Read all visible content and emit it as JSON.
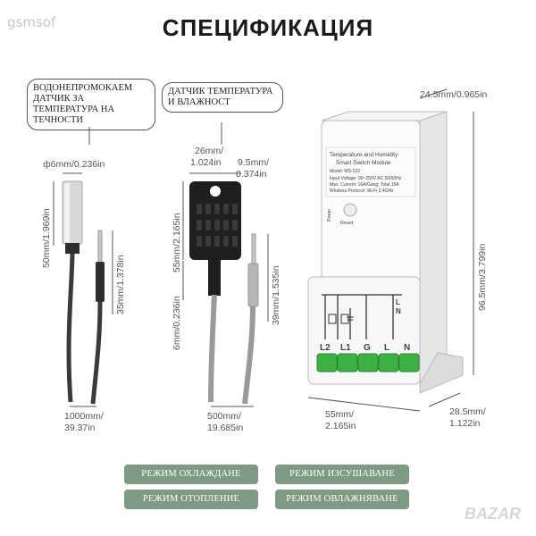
{
  "watermark": "gsmsof",
  "title": "СПЕЦИФИКАЦИЯ",
  "callouts": {
    "waterproof": "ВОДОНЕПРОМОКАЕМ ДАТЧИК ЗА ТЕМПЕРАТУРА НА ТЕЧНОСТИ",
    "humidity": "ДАТЧИК ТЕМПЕРАТУРА И ВЛАЖНОСТ"
  },
  "dimensions": {
    "probe_diameter": "ф6mm/0.236in",
    "probe_length": "50mm/1.969in",
    "plug1_length": "35mm/1.378in",
    "cable1_length_a": "1000mm/",
    "cable1_length_b": "39.37in",
    "sensor_width_a": "26mm/",
    "sensor_width_b": "1.024in",
    "sensor_depth_a": "9.5mm/",
    "sensor_depth_b": "0.374in",
    "sensor_height": "55mm/2.165in",
    "sensor_neck": "6mm/0.236in",
    "plug2_length": "39mm/1.535in",
    "cable2_length_a": "500mm/",
    "cable2_length_b": "19.685in",
    "module_top": "24.5mm/0.965in",
    "module_height": "96.5mm/3.799in",
    "module_width_a": "55mm/",
    "module_width_b": "2.165in",
    "module_depth_a": "28.5mm/",
    "module_depth_b": "1.122in"
  },
  "device": {
    "line1": "Temperature and Humidity",
    "line2": "Smart Switch Module",
    "model": "Model: MS-103",
    "input": "Input Voltage: 90~250V AC 50/60Hz",
    "current": "Max. Current: 16A/Gang; Total 15A",
    "wireless": "Wireless Protocol: Wi-Fi 2.4GHz",
    "power_label": "Power",
    "reset_label": "Reset",
    "l_label": "L",
    "n_label": "N",
    "terminals": [
      "L2",
      "L1",
      "G",
      "L",
      "N"
    ]
  },
  "modes": {
    "cooling": "РЕЖИМ ОХЛАЖДАНЕ",
    "drying": "РЕЖИМ ИЗСУШАВАНЕ",
    "heating": "РЕЖИМ ОТОПЛЕНИЕ",
    "humidifying": "РЕЖИМ ОВЛАЖНЯВАНЕ"
  },
  "brand": "BAZAR",
  "colors": {
    "mode_button": "#7d9a83",
    "terminal_green": "#3cb043",
    "cable_dark": "#3a3a3a",
    "cable_grey": "#9a9a9a"
  }
}
